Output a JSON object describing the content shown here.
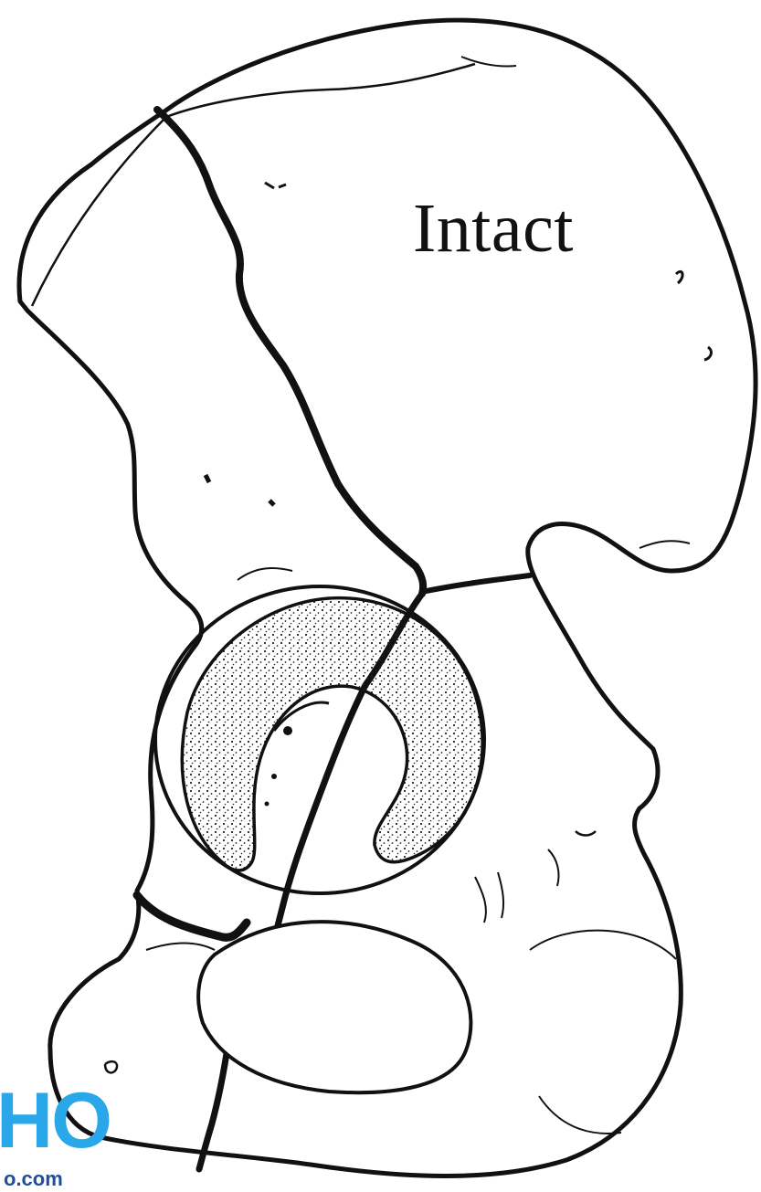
{
  "diagram": {
    "label": "Intact"
  },
  "watermark": {
    "letters": "HO",
    "domain": "o.com",
    "color": "#2aa7e8",
    "domain_color": "#1f4e9a"
  },
  "colors": {
    "line": "#111111",
    "background": "#ffffff",
    "stipple": "#222222"
  }
}
